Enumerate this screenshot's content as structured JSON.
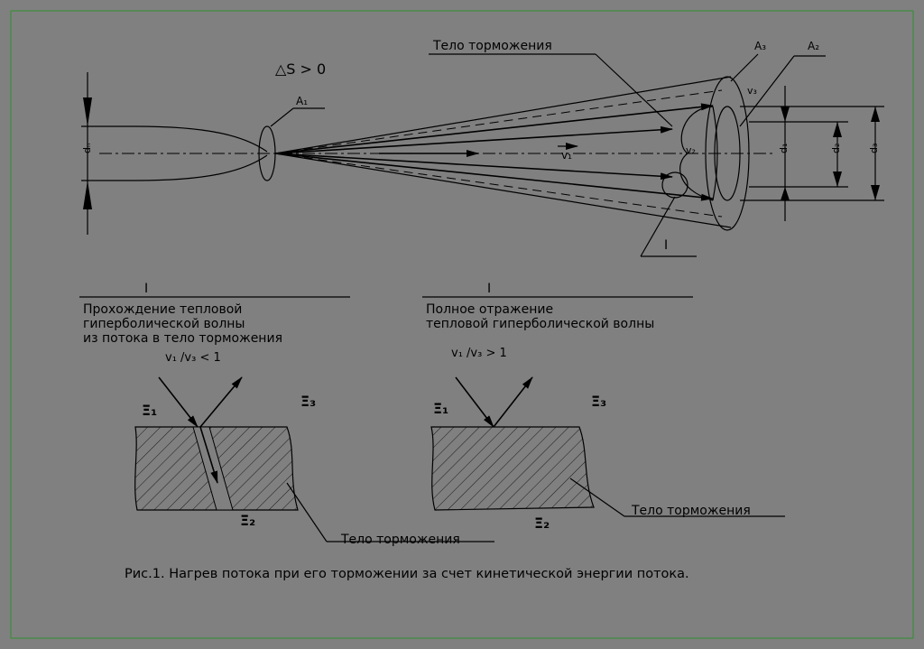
{
  "title": "Рис.1. Нагрев потока при его торможении за счет кинетической энергии потока.",
  "top": {
    "entropy_label": "△S > 0",
    "label_a1": "A₁",
    "label_a2": "A₂",
    "label_a3": "A₃",
    "label_body": "Тело торможения",
    "label_dn": "dₙ",
    "label_d1": "d₁",
    "label_d2": "d₂",
    "label_d3": "d₃",
    "label_v1": "v₁",
    "label_v2": "v₂",
    "label_v3": "v₃",
    "label_detail": "I"
  },
  "left_detail": {
    "marker": "I",
    "line1": "Прохождение тепловой",
    "line2": "гиперболической волны",
    "line3": "из потока в тело торможения",
    "ratio": "v₁ /v₃ < 1",
    "xi1": "Ξ₁",
    "xi2": "Ξ₂",
    "xi3": "Ξ₃",
    "body_label": "Тело торможения"
  },
  "right_detail": {
    "marker": "I",
    "line1": "Полное отражение",
    "line2": "тепловой гиперболической волны",
    "ratio": "v₁ /v₃ > 1",
    "xi1": "Ξ₁",
    "xi2": "Ξ₂",
    "xi3": "Ξ₃",
    "body_label": "Тело торможения"
  },
  "colors": {
    "background": "#808080",
    "frame": "#000000",
    "ink": "#000000"
  }
}
